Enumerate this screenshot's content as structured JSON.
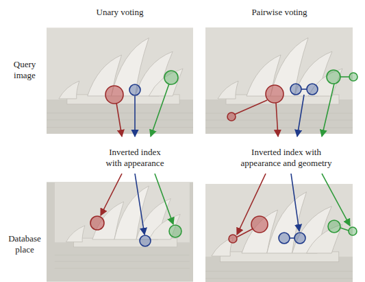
{
  "diagram": {
    "labels": [
      "Unary voting",
      "Pairwise voting",
      "Query image",
      "Inverted index with appearance",
      "Inverted index with appearance and geometry",
      "Database place"
    ]
  }
}
